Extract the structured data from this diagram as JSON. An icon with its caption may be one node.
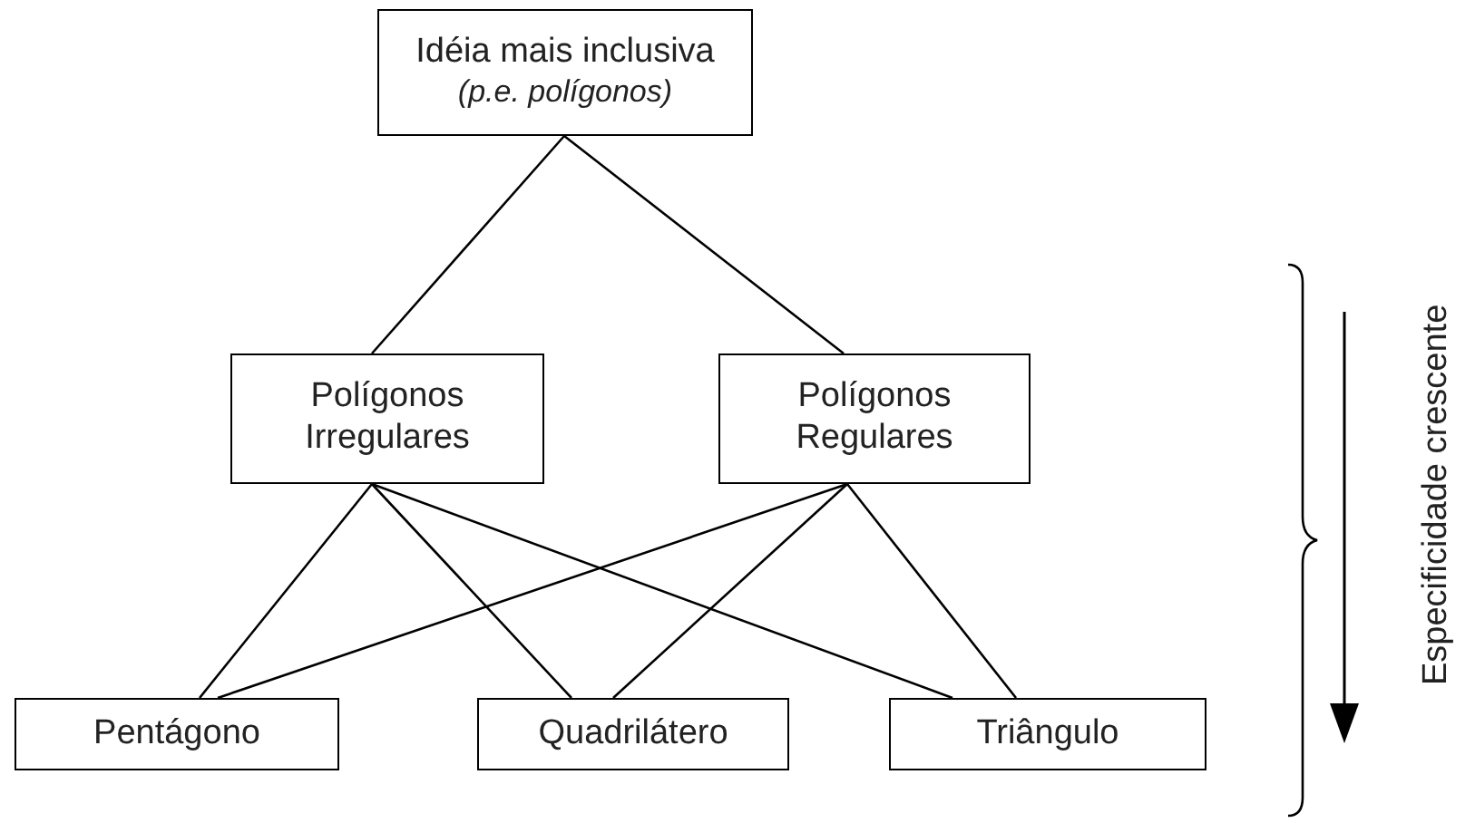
{
  "diagram": {
    "nodes": [
      {
        "text": [
          "Idéia mais inclusiva",
          "(p.e. polígonos)"
        ]
      },
      {
        "text": [
          "Polígonos Irregulares"
        ]
      },
      {
        "text": [
          "Polígonos Regulares"
        ]
      },
      {
        "text": [
          "Pentágono"
        ]
      },
      {
        "text": [
          "Quadrilátero"
        ]
      },
      {
        "text": [
          "Triângulo"
        ]
      }
    ],
    "edges": [
      {
        "from": 0,
        "to": 1,
        "arrow": "none"
      },
      {
        "from": 0,
        "to": 2,
        "arrow": "none"
      },
      {
        "from": 1,
        "to": 3,
        "arrow": "none"
      },
      {
        "from": 1,
        "to": 4,
        "arrow": "none"
      },
      {
        "from": 1,
        "to": 5,
        "arrow": "none"
      },
      {
        "from": 2,
        "to": 3,
        "arrow": "none"
      },
      {
        "from": 2,
        "to": 4,
        "arrow": "none"
      },
      {
        "from": 2,
        "to": 5,
        "arrow": "none"
      }
    ],
    "labels": [
      "Especificidade crescente"
    ]
  }
}
